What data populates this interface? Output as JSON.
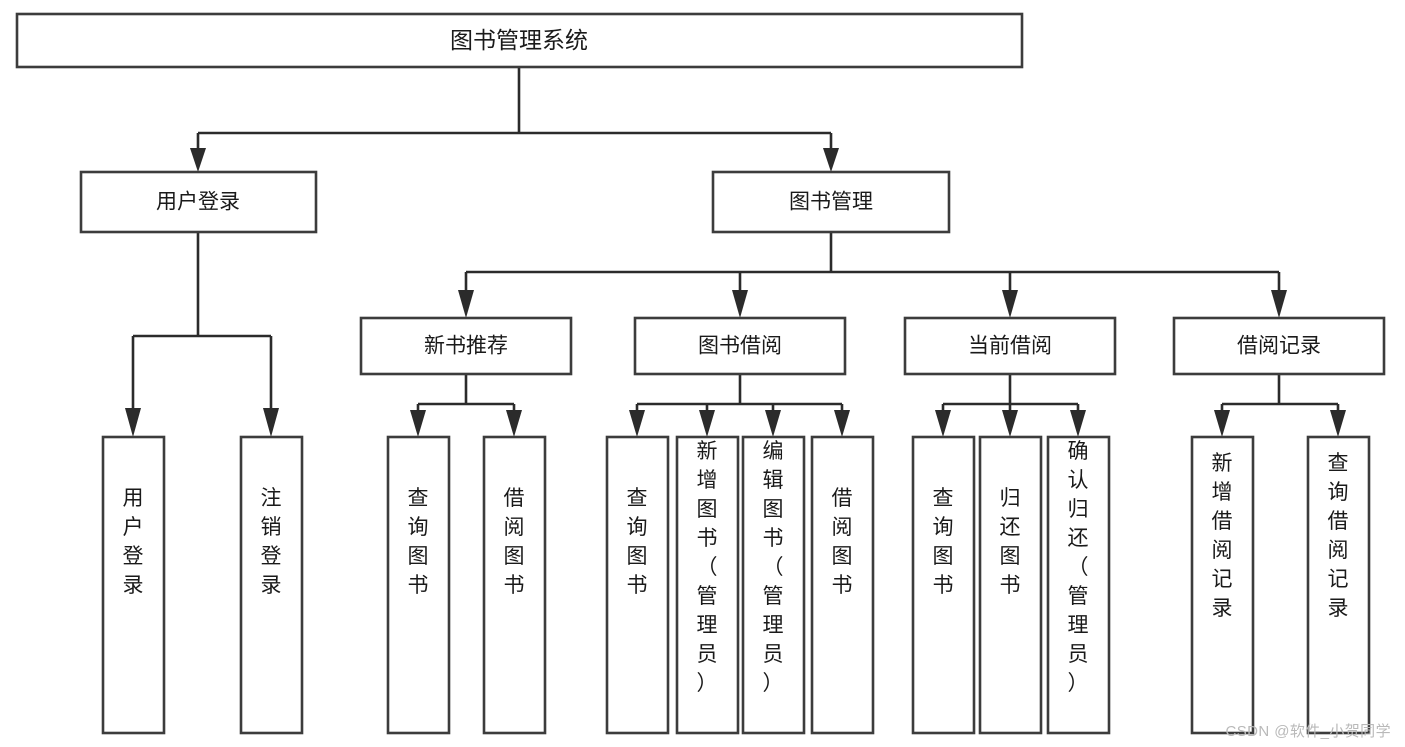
{
  "diagram": {
    "title": "图书管理系统",
    "type": "tree-structure-chart",
    "watermark": "CSDN @软件_小贺同学",
    "root": {
      "id": "root",
      "label": "图书管理系统",
      "orientation": "horizontal"
    },
    "level2": [
      {
        "id": "user-login",
        "label": "用户登录",
        "orientation": "horizontal"
      },
      {
        "id": "book-management",
        "label": "图书管理",
        "orientation": "horizontal"
      }
    ],
    "level3": [
      {
        "id": "new-book-recommend",
        "label": "新书推荐",
        "orientation": "horizontal",
        "parent": "book-management"
      },
      {
        "id": "book-borrow",
        "label": "图书借阅",
        "orientation": "horizontal",
        "parent": "book-management"
      },
      {
        "id": "current-borrow",
        "label": "当前借阅",
        "orientation": "horizontal",
        "parent": "book-management"
      },
      {
        "id": "borrow-record",
        "label": "借阅记录",
        "orientation": "horizontal",
        "parent": "book-management"
      }
    ],
    "leaves": [
      {
        "id": "leaf-user-login",
        "label": "用户登录",
        "orientation": "vertical",
        "parent": "user-login"
      },
      {
        "id": "leaf-logout",
        "label": "注销登录",
        "orientation": "vertical",
        "parent": "user-login"
      },
      {
        "id": "leaf-query-book-1",
        "label": "查询图书",
        "orientation": "vertical",
        "parent": "new-book-recommend"
      },
      {
        "id": "leaf-borrow-book-1",
        "label": "借阅图书",
        "orientation": "vertical",
        "parent": "new-book-recommend"
      },
      {
        "id": "leaf-query-book-2",
        "label": "查询图书",
        "orientation": "vertical",
        "parent": "book-borrow"
      },
      {
        "id": "leaf-add-book",
        "label": "新增图书（管理员）",
        "orientation": "vertical",
        "parent": "book-borrow"
      },
      {
        "id": "leaf-edit-book",
        "label": "编辑图书（管理员）",
        "orientation": "vertical",
        "parent": "book-borrow"
      },
      {
        "id": "leaf-borrow-book-2",
        "label": "借阅图书",
        "orientation": "vertical",
        "parent": "book-borrow"
      },
      {
        "id": "leaf-query-book-3",
        "label": "查询图书",
        "orientation": "vertical",
        "parent": "current-borrow"
      },
      {
        "id": "leaf-return-book",
        "label": "归还图书",
        "orientation": "vertical",
        "parent": "current-borrow"
      },
      {
        "id": "leaf-confirm-return",
        "label": "确认归还（管理员）",
        "orientation": "vertical",
        "parent": "current-borrow"
      },
      {
        "id": "leaf-add-record",
        "label": "新增借阅记录",
        "orientation": "vertical",
        "parent": "borrow-record"
      },
      {
        "id": "leaf-query-record",
        "label": "查询借阅记录",
        "orientation": "vertical",
        "parent": "borrow-record"
      }
    ],
    "colors": {
      "box_stroke": "#3c3c3c",
      "connector": "#2b2b2b",
      "text": "#1a1a1a",
      "background": "#ffffff",
      "watermark": "#b9b9b9"
    }
  }
}
